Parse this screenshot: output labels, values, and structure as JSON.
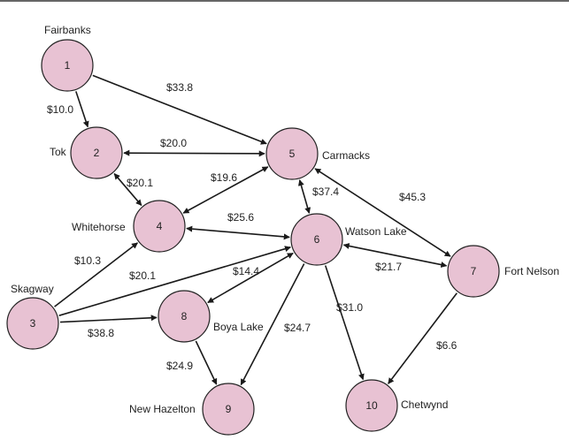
{
  "nodes": [
    {
      "id": "1",
      "label": "Fairbanks"
    },
    {
      "id": "2",
      "label": "Tok"
    },
    {
      "id": "3",
      "label": "Skagway"
    },
    {
      "id": "4",
      "label": "Whitehorse"
    },
    {
      "id": "5",
      "label": "Carmacks"
    },
    {
      "id": "6",
      "label": "Watson Lake"
    },
    {
      "id": "7",
      "label": "Fort Nelson"
    },
    {
      "id": "8",
      "label": "Boya Lake"
    },
    {
      "id": "9",
      "label": "New Hazelton"
    },
    {
      "id": "10",
      "label": "Chetwynd"
    }
  ],
  "edges": [
    {
      "from": "1",
      "to": "2",
      "cost": "$10.0",
      "direction": "forward"
    },
    {
      "from": "1",
      "to": "5",
      "cost": "$33.8",
      "direction": "forward"
    },
    {
      "from": "2",
      "to": "5",
      "cost": "$20.0",
      "direction": "both"
    },
    {
      "from": "2",
      "to": "4",
      "cost": "$20.1",
      "direction": "both"
    },
    {
      "from": "4",
      "to": "5",
      "cost": "$19.6",
      "direction": "both"
    },
    {
      "from": "5",
      "to": "6",
      "cost": "$37.4",
      "direction": "both"
    },
    {
      "from": "5",
      "to": "7",
      "cost": "$45.3",
      "direction": "both"
    },
    {
      "from": "4",
      "to": "6",
      "cost": "$25.6",
      "direction": "both"
    },
    {
      "from": "3",
      "to": "4",
      "cost": "$10.3",
      "direction": "forward"
    },
    {
      "from": "3",
      "to": "6",
      "cost": "$20.1",
      "direction": "forward"
    },
    {
      "from": "3",
      "to": "8",
      "cost": "$38.8",
      "direction": "forward"
    },
    {
      "from": "8",
      "to": "6",
      "cost": "$14.4",
      "direction": "both"
    },
    {
      "from": "6",
      "to": "7",
      "cost": "$21.7",
      "direction": "both"
    },
    {
      "from": "6",
      "to": "9",
      "cost": "$24.7",
      "direction": "forward"
    },
    {
      "from": "6",
      "to": "10",
      "cost": "$31.0",
      "direction": "forward"
    },
    {
      "from": "8",
      "to": "9",
      "cost": "$24.9",
      "direction": "forward"
    },
    {
      "from": "7",
      "to": "10",
      "cost": "$6.6",
      "direction": "forward"
    }
  ],
  "colors": {
    "node_fill": "#e8c2d3",
    "node_stroke": "#222222",
    "edge": "#1a1a1a"
  }
}
